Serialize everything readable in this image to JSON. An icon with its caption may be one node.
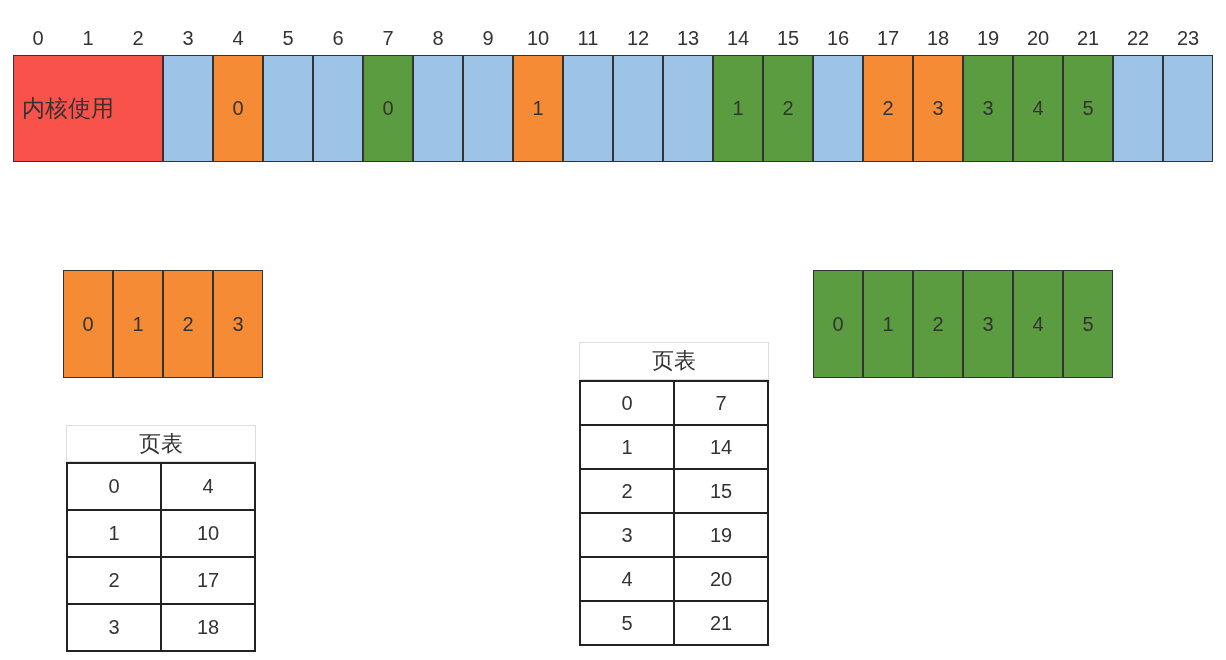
{
  "diagram": {
    "nodes": [
      {
        "text": [
          "内核使用"
        ]
      },
      {
        "text": [],
        "shape": "box"
      },
      {
        "text": [
          "0"
        ]
      },
      {
        "text": [],
        "shape": "box"
      },
      {
        "text": [],
        "shape": "box"
      },
      {
        "text": [
          "0"
        ]
      },
      {
        "text": [],
        "shape": "box"
      },
      {
        "text": [],
        "shape": "box"
      },
      {
        "text": [
          "1"
        ]
      },
      {
        "text": [],
        "shape": "box"
      },
      {
        "text": [],
        "shape": "box"
      },
      {
        "text": [],
        "shape": "box"
      },
      {
        "text": [
          "1"
        ]
      },
      {
        "text": [
          "2"
        ]
      },
      {
        "text": [],
        "shape": "box"
      },
      {
        "text": [
          "2"
        ]
      },
      {
        "text": [
          "3"
        ]
      },
      {
        "text": [
          "3"
        ]
      },
      {
        "text": [
          "4"
        ]
      },
      {
        "text": [
          "5"
        ]
      },
      {
        "text": [],
        "shape": "box"
      },
      {
        "text": [],
        "shape": "box"
      },
      {
        "text": [
          "0"
        ]
      },
      {
        "text": [
          "1"
        ]
      },
      {
        "text": [
          "2"
        ]
      },
      {
        "text": [
          "3"
        ]
      },
      {
        "text": [
          "0"
        ]
      },
      {
        "text": [
          "1"
        ]
      },
      {
        "text": [
          "2"
        ]
      },
      {
        "text": [
          "3"
        ]
      },
      {
        "text": [
          "4"
        ]
      },
      {
        "text": [
          "5"
        ]
      }
    ],
    "labels": [
      "0",
      "1",
      "2",
      "3",
      "4",
      "5",
      "6",
      "7",
      "8",
      "9",
      "10",
      "11",
      "12",
      "13",
      "14",
      "15",
      "16",
      "17",
      "18",
      "19",
      "20",
      "21",
      "22",
      "23",
      "页表",
      "0",
      "4",
      "1",
      "10",
      "2",
      "17",
      "3",
      "18",
      "页表",
      "0",
      "7",
      "1",
      "14",
      "2",
      "15",
      "3",
      "19",
      "4",
      "20",
      "5",
      "21"
    ]
  }
}
